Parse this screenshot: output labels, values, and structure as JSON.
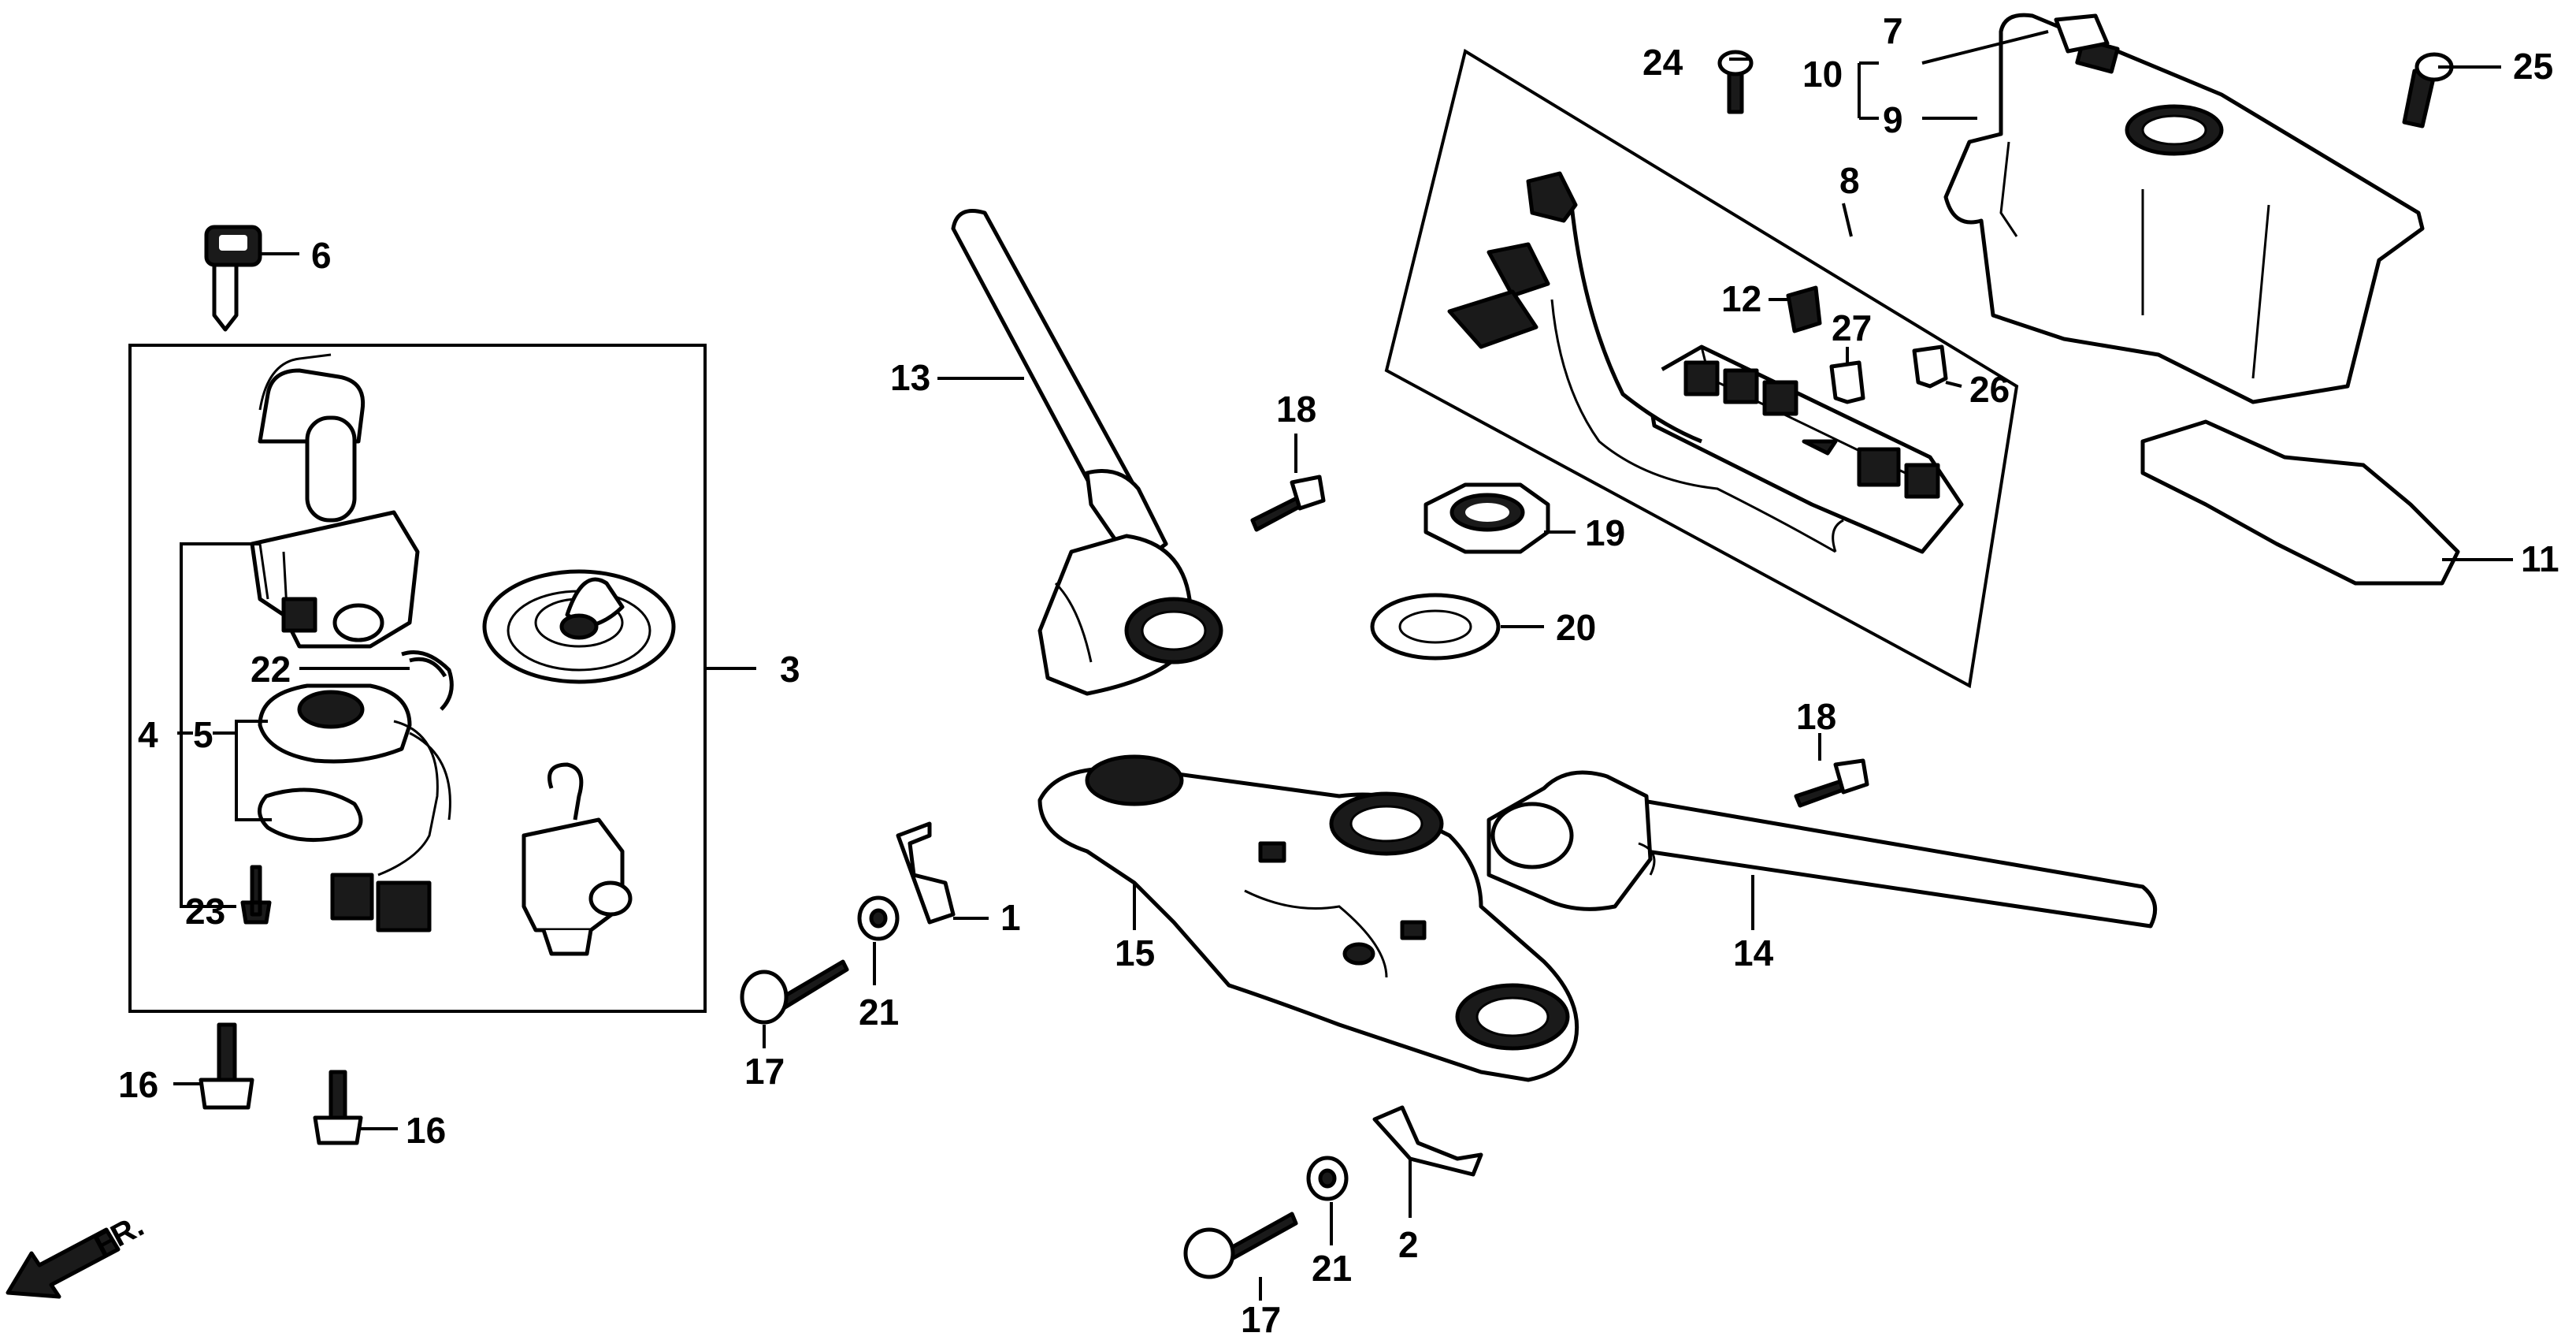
{
  "labels": {
    "l1": "1",
    "l2": "2",
    "l3": "3",
    "l4": "4",
    "l5": "5",
    "l6": "6",
    "l7": "7",
    "l8": "8",
    "l9": "9",
    "l10": "10",
    "l11": "11",
    "l12": "12",
    "l13": "13",
    "l14": "14",
    "l15": "15",
    "l16a": "16",
    "l16b": "16",
    "l17a": "17",
    "l17b": "17",
    "l18a": "18",
    "l18b": "18",
    "l19": "19",
    "l20": "20",
    "l21a": "21",
    "l21b": "21",
    "l22": "22",
    "l23": "23",
    "l24": "24",
    "l25": "25",
    "l26": "26",
    "l27": "27"
  },
  "front_marker": "FR.",
  "icons": {
    "front": "arrow-left-down-icon"
  }
}
